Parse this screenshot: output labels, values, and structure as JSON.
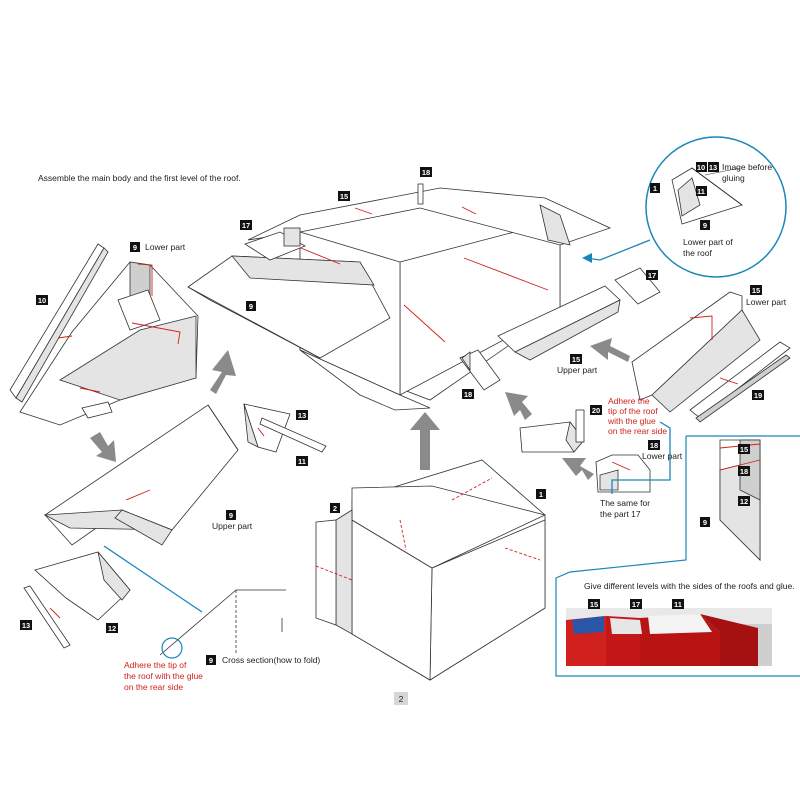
{
  "instruction": "Assemble the main body and the first level of the roof.",
  "page_number": "2",
  "labels": {
    "lower_part_9": "Lower part",
    "upper_part_9": "Upper part",
    "upper_part_15": "Upper part",
    "lower_part_15": "Lower part",
    "lower_part_18": "Lower part",
    "same_for_17_line1": "The same for",
    "same_for_17_line2": "the part 17",
    "cross_section": "Cross section(how to fold)",
    "image_before_line1": "Image before",
    "image_before_line2": "gluing",
    "lower_roof_line1": "Lower part of",
    "lower_roof_line2": "the roof",
    "levels_caption": "Give different levels with the sides of the roofs and glue."
  },
  "notes": {
    "adhere_left": [
      "Adhere the tip of",
      "the roof with the glue",
      "on the rear side"
    ],
    "adhere_right": [
      "Adhere the",
      "tip of the roof",
      "with the glue",
      "on the rear side"
    ]
  },
  "badges": {
    "b1": "1",
    "b2": "2",
    "b9a": "9",
    "b9b": "9",
    "b9c": "9",
    "b9d": "9",
    "b10": "10",
    "b11": "11",
    "b12": "12",
    "b13": "13",
    "b13b": "13",
    "b15": "15",
    "b15b": "15",
    "b17": "17",
    "b17b": "17",
    "b18": "18",
    "b18b": "18",
    "b18c": "18",
    "b19": "19",
    "b20": "20",
    "z1": "1",
    "z10": "10",
    "z13": "13",
    "z11": "11",
    "z9": "9",
    "p15": "15",
    "p18": "18",
    "p12": "12",
    "p9": "9",
    "ph15": "15",
    "ph17": "17",
    "ph11": "11"
  },
  "colors": {
    "leader_blue": "#1a86b8",
    "accent_red": "#d0211c",
    "arrow_grey": "#8a8a8a"
  }
}
